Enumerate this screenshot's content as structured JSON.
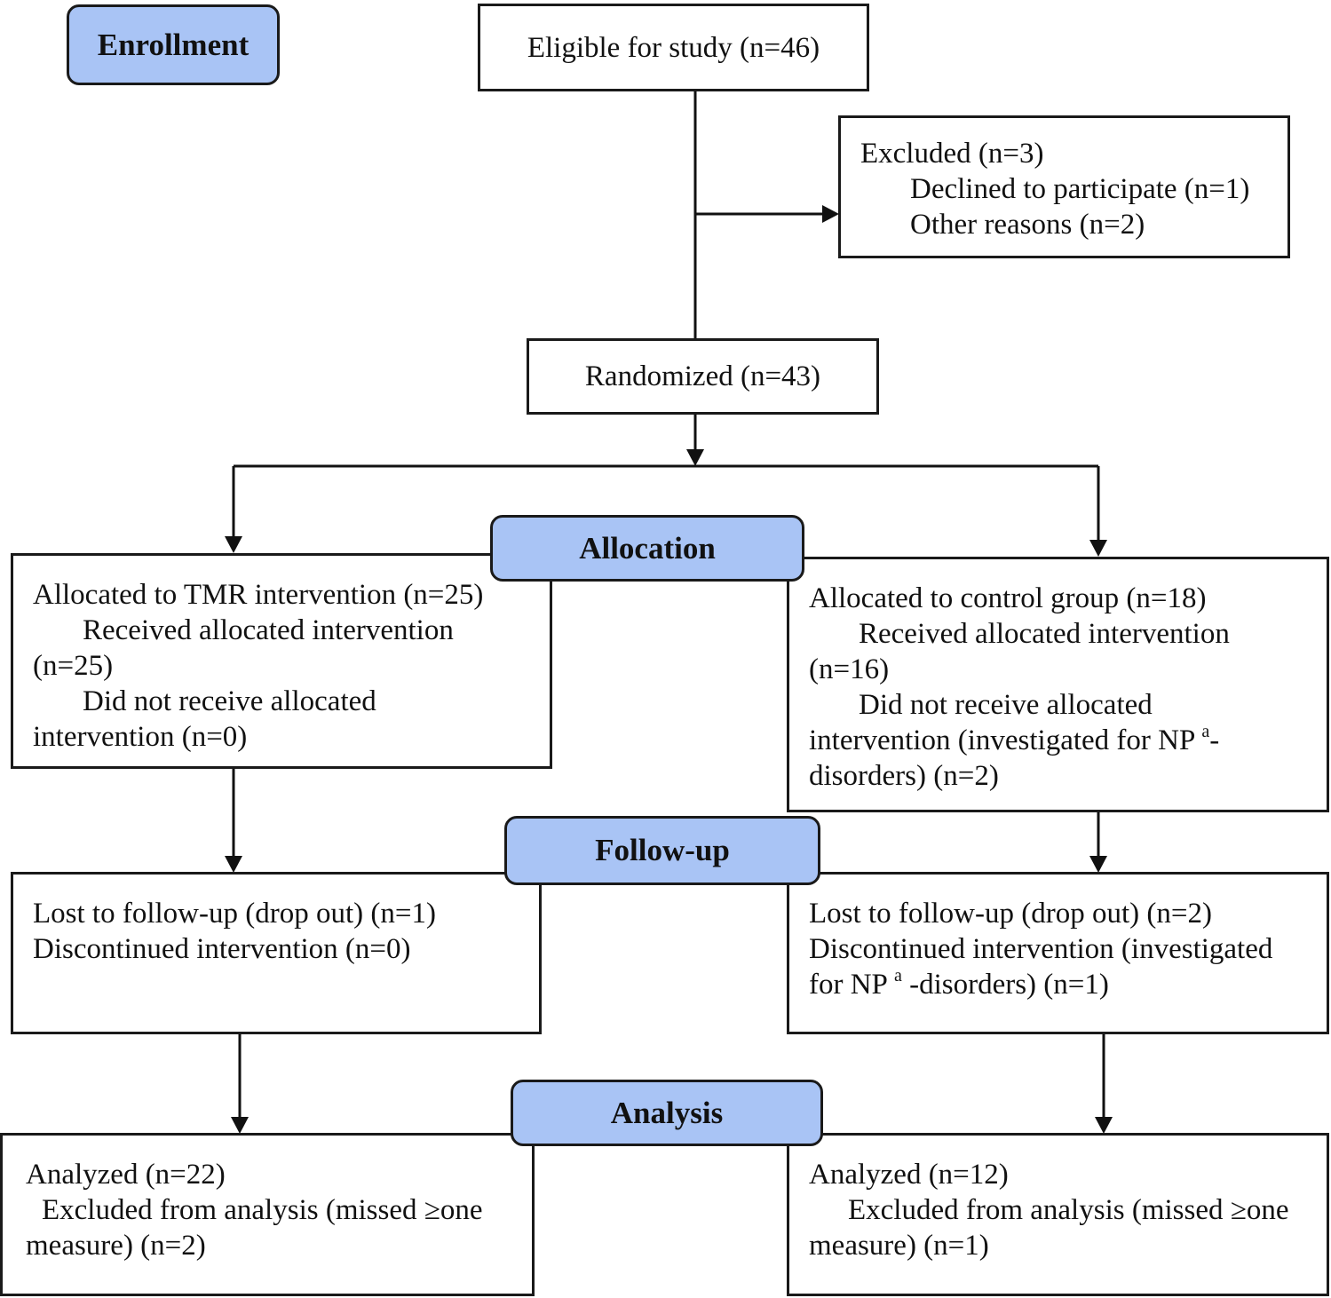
{
  "stages": {
    "enrollment": "Enrollment",
    "allocation": "Allocation",
    "followup": "Follow-up",
    "analysis": "Analysis"
  },
  "eligible": "Eligible for study (n=46)",
  "excluded": {
    "title": "Excluded (n=3)",
    "declined": "Declined to participate (n=1)",
    "other": "Other reasons (n=2)"
  },
  "randomized": "Randomized (n=43)",
  "tmr_allocation": {
    "title": "Allocated to TMR intervention (n=25)",
    "received": "Received allocated intervention",
    "received_n": "(n=25)",
    "not_received": "Did not receive allocated",
    "not_received_n": "intervention (n=0)"
  },
  "control_allocation": {
    "title": "Allocated to control group (n=18)",
    "received": "Received allocated intervention",
    "received_n": "(n=16)",
    "not_received": "Did not receive allocated",
    "not_received_2a": "intervention (investigated for NP",
    "superscript": "a",
    "not_received_2b": "-",
    "not_received_3": "disorders) (n=2)"
  },
  "tmr_followup": {
    "lost": "Lost to follow-up (drop out) (n=1)",
    "discontinued": "Discontinued intervention (n=0)"
  },
  "control_followup": {
    "lost": "Lost to follow-up (drop out) (n=2)",
    "discontinued": "Discontinued intervention (investigated",
    "discontinued_2a": "for NP",
    "superscript": "a",
    "discontinued_2b": "-disorders) (n=1)"
  },
  "tmr_analysis": {
    "analyzed": "Analyzed (n=22)",
    "excluded": "Excluded from analysis (missed ≥one",
    "excluded_2": "measure) (n=2)"
  },
  "control_analysis": {
    "analyzed": "Analyzed (n=12)",
    "excluded": "Excluded from analysis (missed ≥one",
    "excluded_2": "measure) (n=1)"
  }
}
